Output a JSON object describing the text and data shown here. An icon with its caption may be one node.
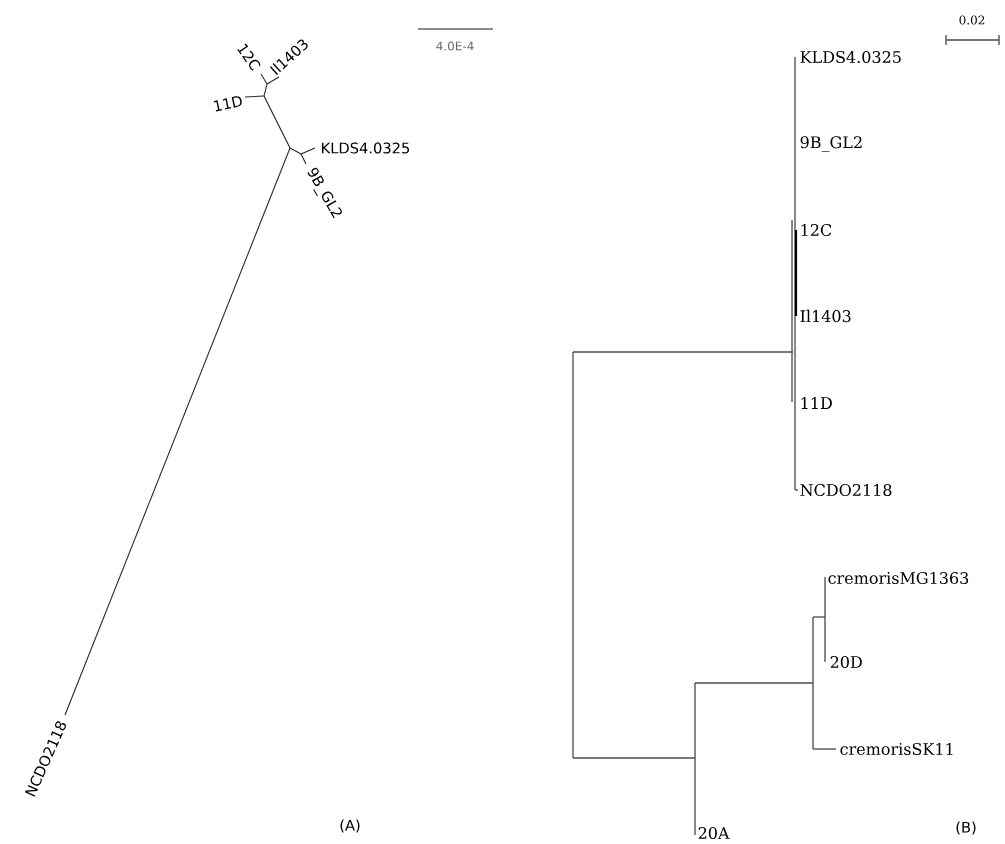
{
  "diagram": {
    "labels": [
      "4.0E-4",
      "12C",
      "Il1403",
      "11D",
      "KLDS4.0325",
      "9B_GL2",
      "NCDO2118",
      "(A)",
      "0.02",
      "KLDS4.0325",
      "9B_GL2",
      "12C",
      "Il1403",
      "11D",
      "NCDO2118",
      "cremorisMG1363",
      "20D",
      "cremorisSK11",
      "20A",
      "(B)"
    ]
  }
}
